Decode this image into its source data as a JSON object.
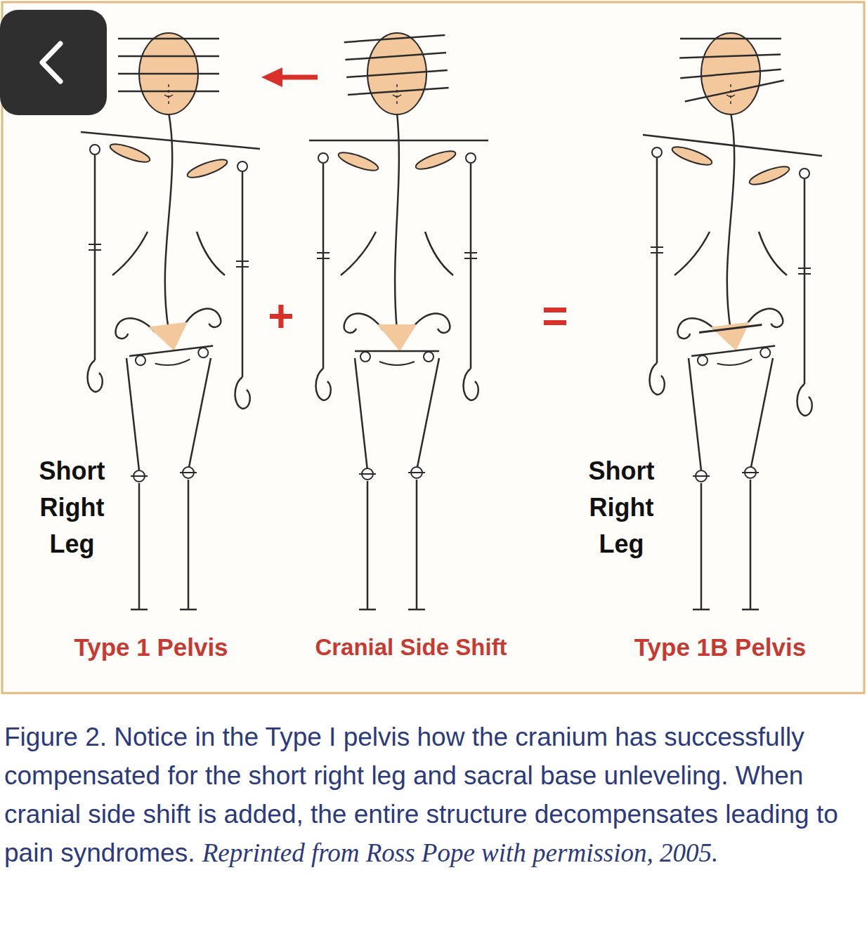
{
  "diagram": {
    "caption": "Figure 2. Notice in the Type I pelvis how the cranium has successfully compensated for the short right leg and sacral base unleveling. When cranial side shift is added, the entire structure decompensates leading to pain syndromes.",
    "labels": [
      "Short Right Leg",
      "Short Right Leg",
      "Type 1 Pelvis",
      "Cranial Side Shift",
      "Type 1B Pelvis",
      "+",
      "=",
      "Reprinted from Ross Pope with permission, 2005."
    ]
  }
}
